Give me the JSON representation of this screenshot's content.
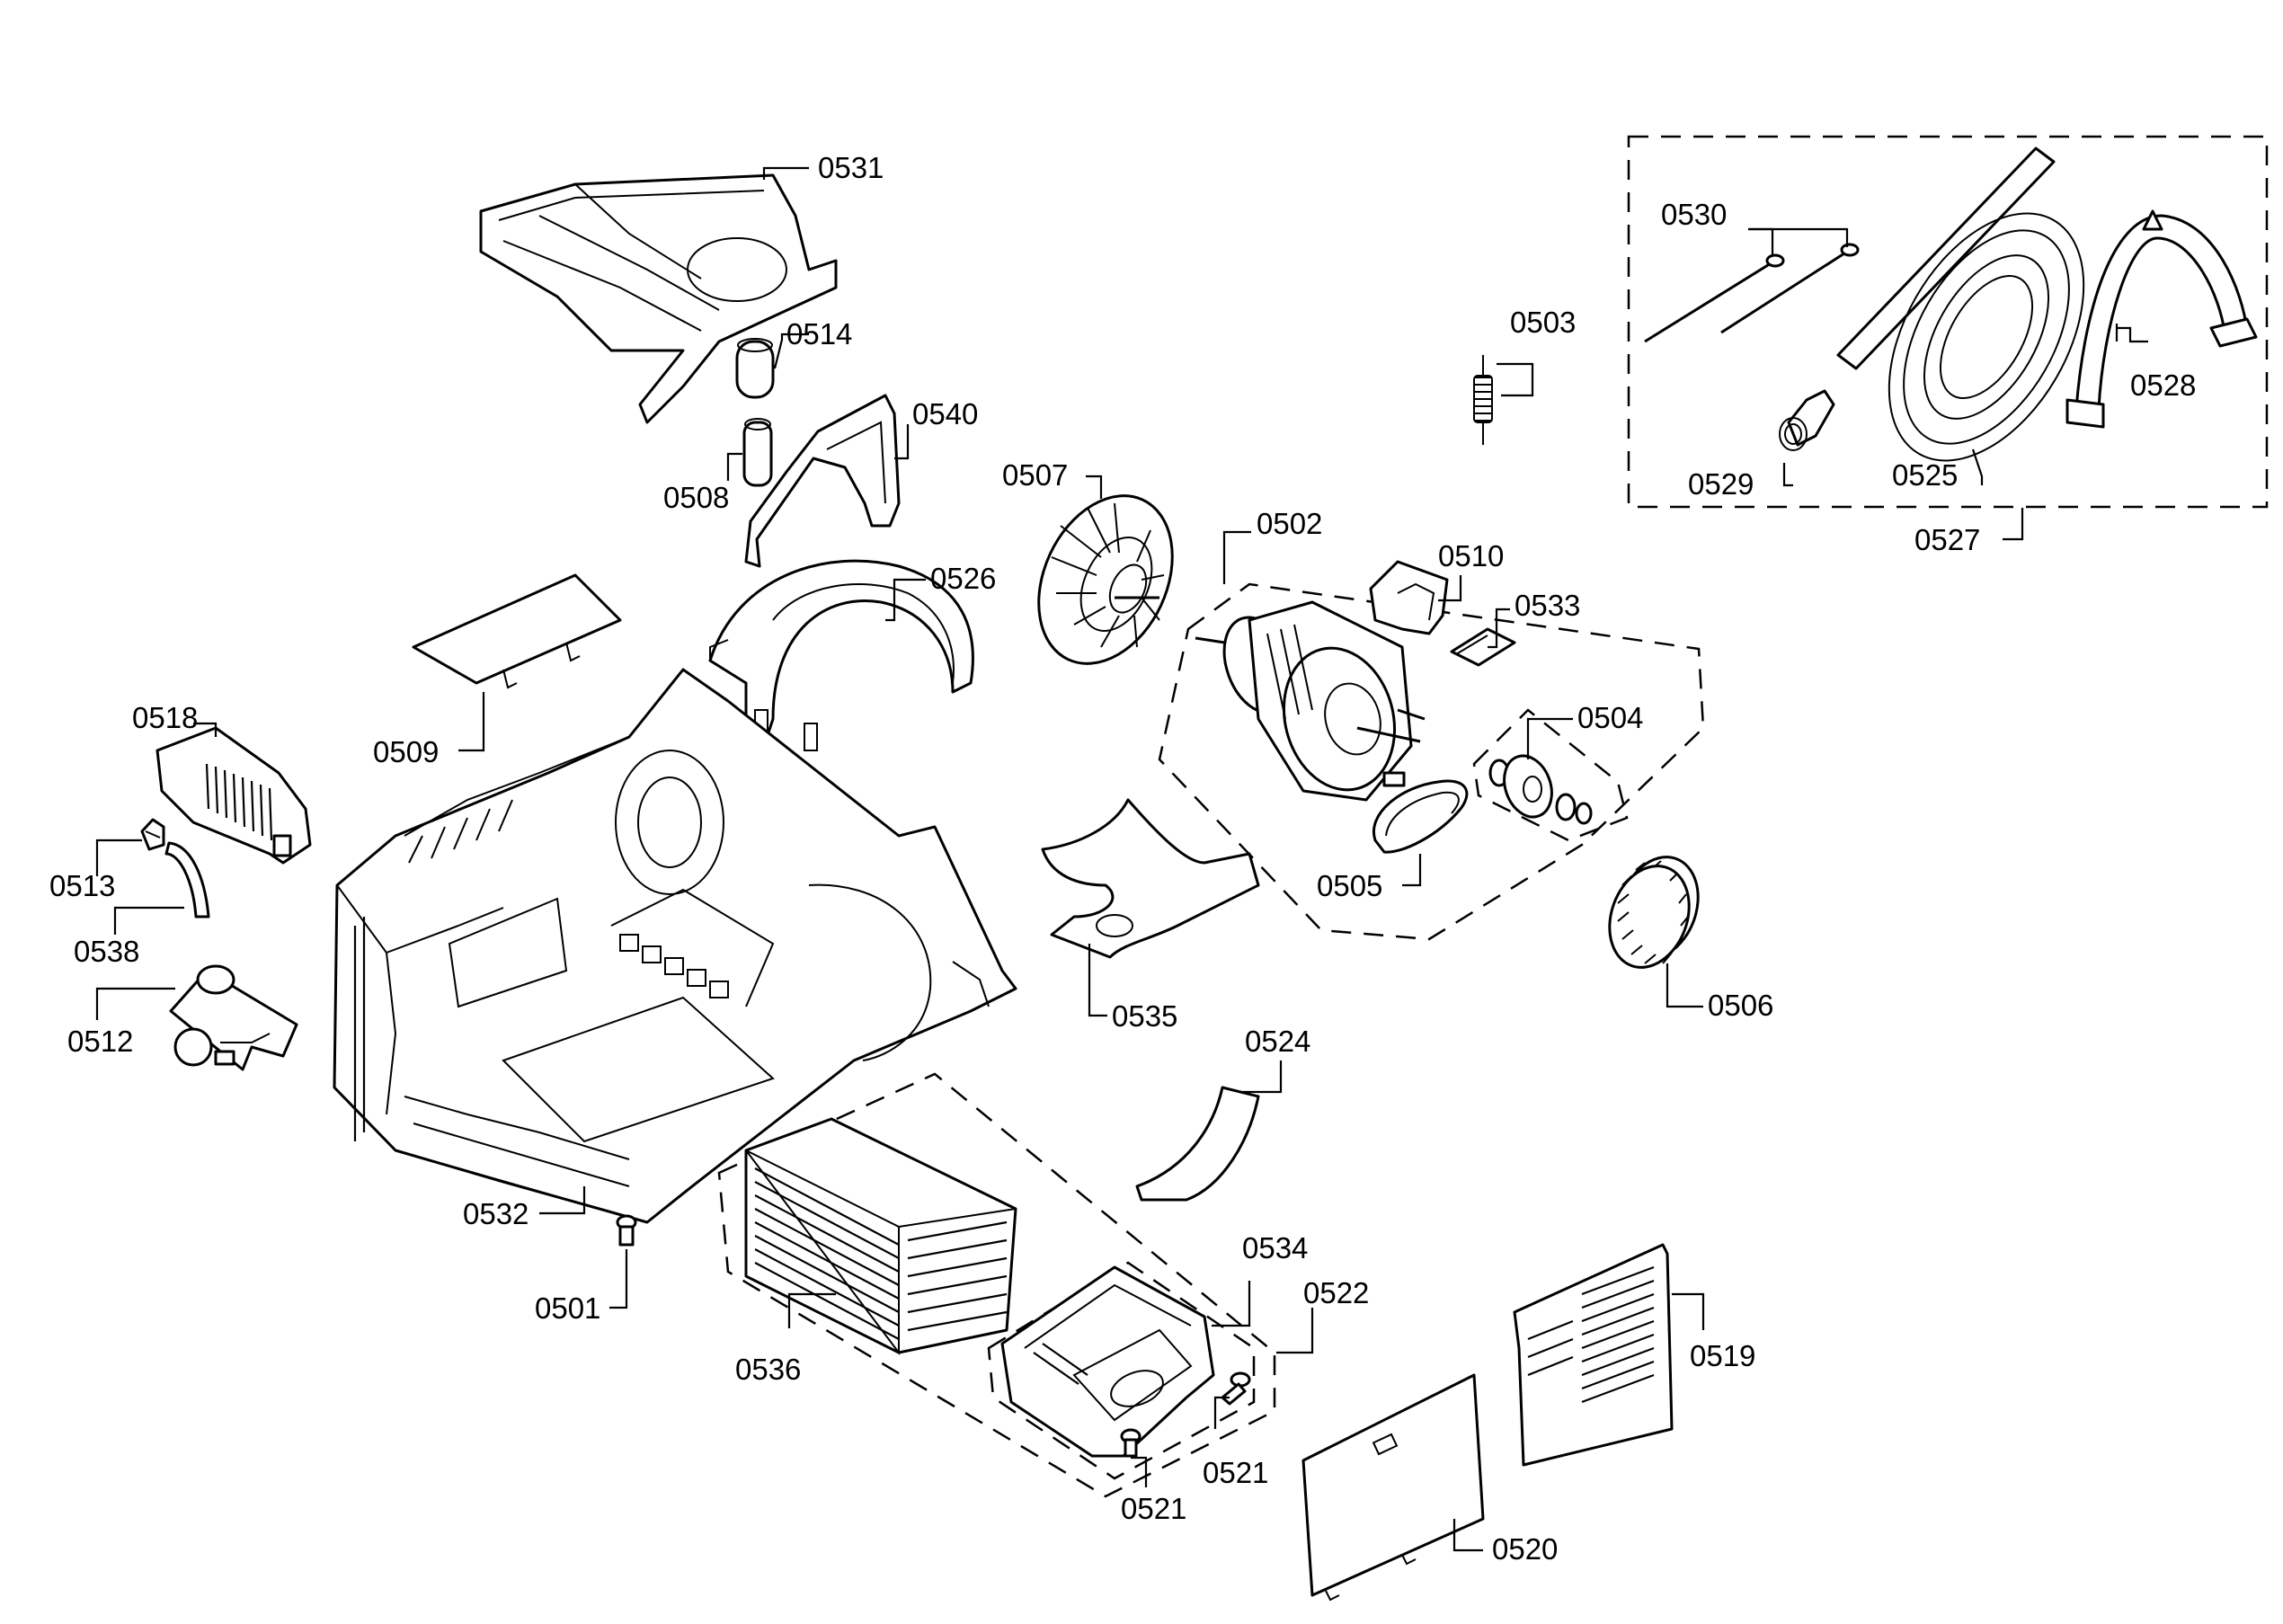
{
  "labels": {
    "p0531": "0531",
    "p0514": "0514",
    "p0540": "0540",
    "p0508": "0508",
    "p0507": "0507",
    "p0502": "0502",
    "p0510": "0510",
    "p0533": "0533",
    "p0503": "0503",
    "p0530": "0530",
    "p0528": "0528",
    "p0529": "0529",
    "p0525": "0525",
    "p0527": "0527",
    "p0526": "0526",
    "p0509": "0509",
    "p0518": "0518",
    "p0513": "0513",
    "p0538": "0538",
    "p0512": "0512",
    "p0504": "0504",
    "p0505": "0505",
    "p0506": "0506",
    "p0535": "0535",
    "p0524": "0524",
    "p0532": "0532",
    "p0501": "0501",
    "p0536": "0536",
    "p0534": "0534",
    "p0522": "0522",
    "p0521a": "0521",
    "p0521b": "0521",
    "p0519": "0519",
    "p0520": "0520"
  }
}
